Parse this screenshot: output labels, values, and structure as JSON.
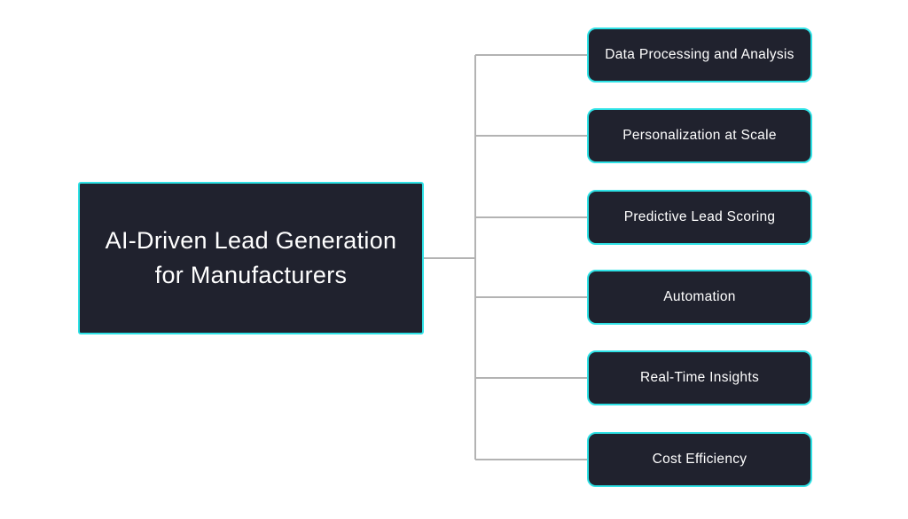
{
  "diagram": {
    "root": {
      "label": "AI-Driven Lead Generation for Manufacturers",
      "lines": [
        "AI-Driven Lead Generation",
        "for Manufacturers"
      ]
    },
    "nodes": [
      {
        "label": "Data Processing and Analysis"
      },
      {
        "label": "Personalization at Scale"
      },
      {
        "label": "Predictive Lead Scoring"
      },
      {
        "label": "Automation"
      },
      {
        "label": "Real-Time Insights"
      },
      {
        "label": "Cost Efficiency"
      }
    ]
  },
  "colors": {
    "accent": "#2ee2e6",
    "node_fill": "#20222e",
    "text": "#ffffff",
    "connector": "#b3b3b3",
    "background": "#ffffff"
  }
}
